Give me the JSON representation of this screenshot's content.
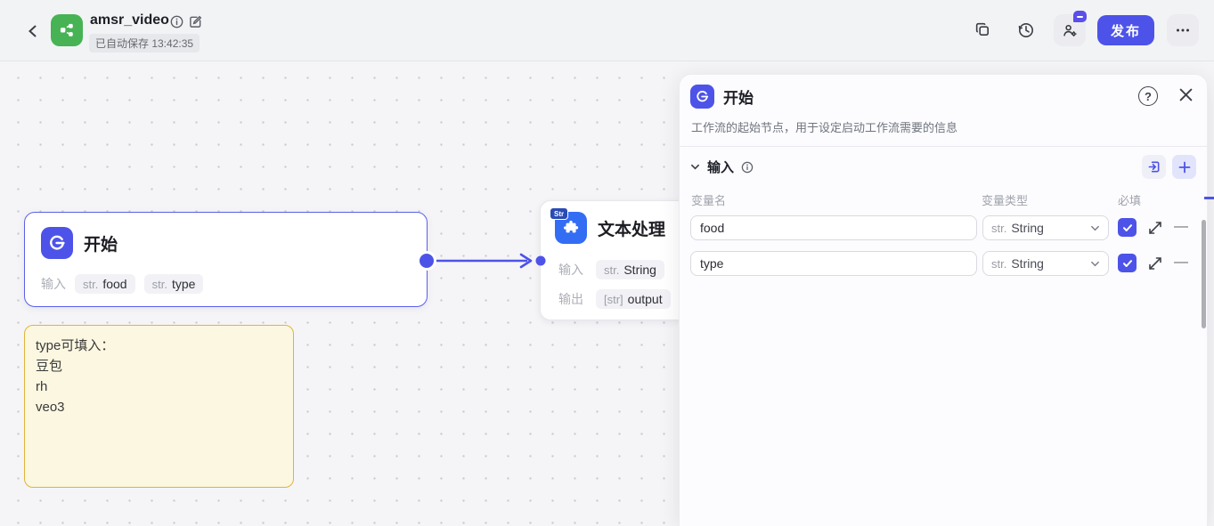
{
  "topbar": {
    "title": "amsr_video",
    "autosave": "已自动保存 13:42:35",
    "publish": "发布"
  },
  "canvas": {
    "start_node": {
      "title": "开始",
      "io_label": "输入",
      "pills": [
        {
          "prefix": "str.",
          "name": "food"
        },
        {
          "prefix": "str.",
          "name": "type"
        }
      ]
    },
    "text_node": {
      "title": "文本处理",
      "badge": "Str",
      "rows": [
        {
          "label": "输入",
          "prefix": "str.",
          "name": "String"
        },
        {
          "label": "输出",
          "prefix": "[str]",
          "name": "output"
        }
      ]
    },
    "note": {
      "lines": [
        "type可填入：",
        "豆包",
        "rh",
        "veo3"
      ]
    }
  },
  "panel": {
    "title": "开始",
    "help": "?",
    "description": "工作流的起始节点，用于设定启动工作流需要的信息",
    "section_title": "输入",
    "columns": {
      "name": "变量名",
      "type": "变量类型",
      "required": "必填"
    },
    "rows": [
      {
        "name": "food",
        "type_prefix": "str.",
        "type_name": "String"
      },
      {
        "name": "type",
        "type_prefix": "str.",
        "type_name": "String"
      }
    ]
  },
  "colors": {
    "accent": "#4D53E8",
    "logo_green": "#47B354",
    "text_node_blue": "#336DF4",
    "note_border": "#DFB43C",
    "note_bg": "#FCF7E1"
  }
}
